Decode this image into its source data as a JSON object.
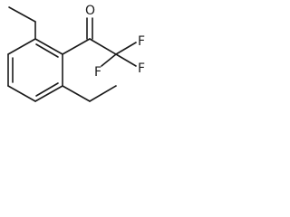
{
  "structure": {
    "atoms": [
      {
        "id": "oxygen",
        "element": "O"
      },
      {
        "id": "fluorine-1",
        "element": "F"
      },
      {
        "id": "fluorine-2",
        "element": "F"
      },
      {
        "id": "fluorine-3",
        "element": "F"
      }
    ],
    "colors": {
      "bond": "#1a1a1a",
      "label": "#1a1a1a",
      "background": "#ffffff"
    }
  }
}
